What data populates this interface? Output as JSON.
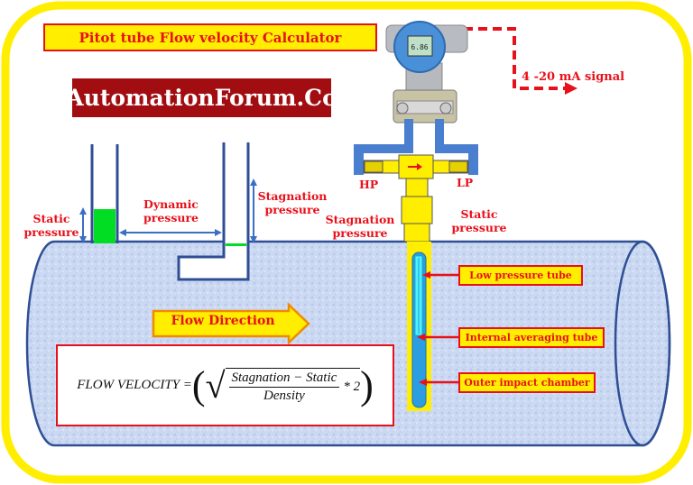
{
  "title": "Pitot tube Flow velocity Calculator",
  "brand": "AutomationForum.Co",
  "signal_label": "4 -20 mA signal",
  "transmitter_display": "6.86",
  "labels": {
    "static_pressure_left": "Static pressure",
    "dynamic_pressure": "Dynamic pressure",
    "stagnation_pressure_left": "Stagnation pressure",
    "hp": "HP",
    "lp": "LP",
    "stagnation_pressure_right": "Stagnation pressure",
    "static_pressure_right": "Static pressure",
    "flow_direction": "Flow Direction"
  },
  "callouts": [
    "Low pressure tube",
    "Internal averaging  tube",
    "Outer impact chamber"
  ],
  "formula": {
    "lhs": "FLOW VELOCITY =",
    "numerator": "Stagnation − Static",
    "denominator": "Density",
    "multiplier": "* 2"
  },
  "colors": {
    "frame": "#ffee00",
    "accent_red": "#e8101a",
    "brand_bg": "#a10d10",
    "pipe": "#c9d8f0",
    "fluid": "#00dd22",
    "tube_outline": "#3a5fb0"
  }
}
